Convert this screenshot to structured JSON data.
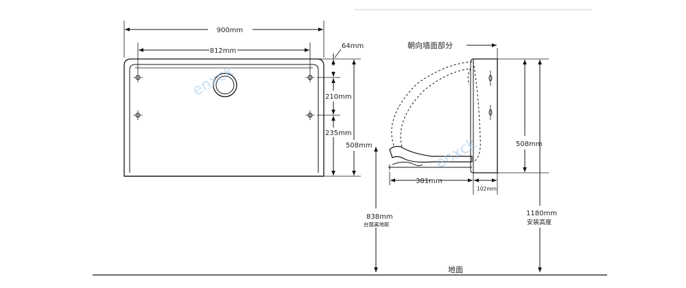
{
  "front_view": {
    "width_label": "900mm",
    "inner_width_label": "812mm",
    "top_offset_label": "64mm",
    "hole_spacing_label": "210mm",
    "bottom_offset_label": "235mm",
    "height_label": "508mm"
  },
  "side_view": {
    "wall_side_label": "朝向墙面部分",
    "depth_label": "381mm",
    "thickness_label": "102mm",
    "height_label": "508mm",
    "table_height_label": "838mm",
    "table_height_caption": "台面离地距",
    "install_height_label": "1180mm",
    "install_height_caption": "安装高度",
    "ground_label": "地面"
  },
  "watermark": "enxck",
  "colors": {
    "line": "#111111",
    "watermark": "#9fc6e6"
  }
}
